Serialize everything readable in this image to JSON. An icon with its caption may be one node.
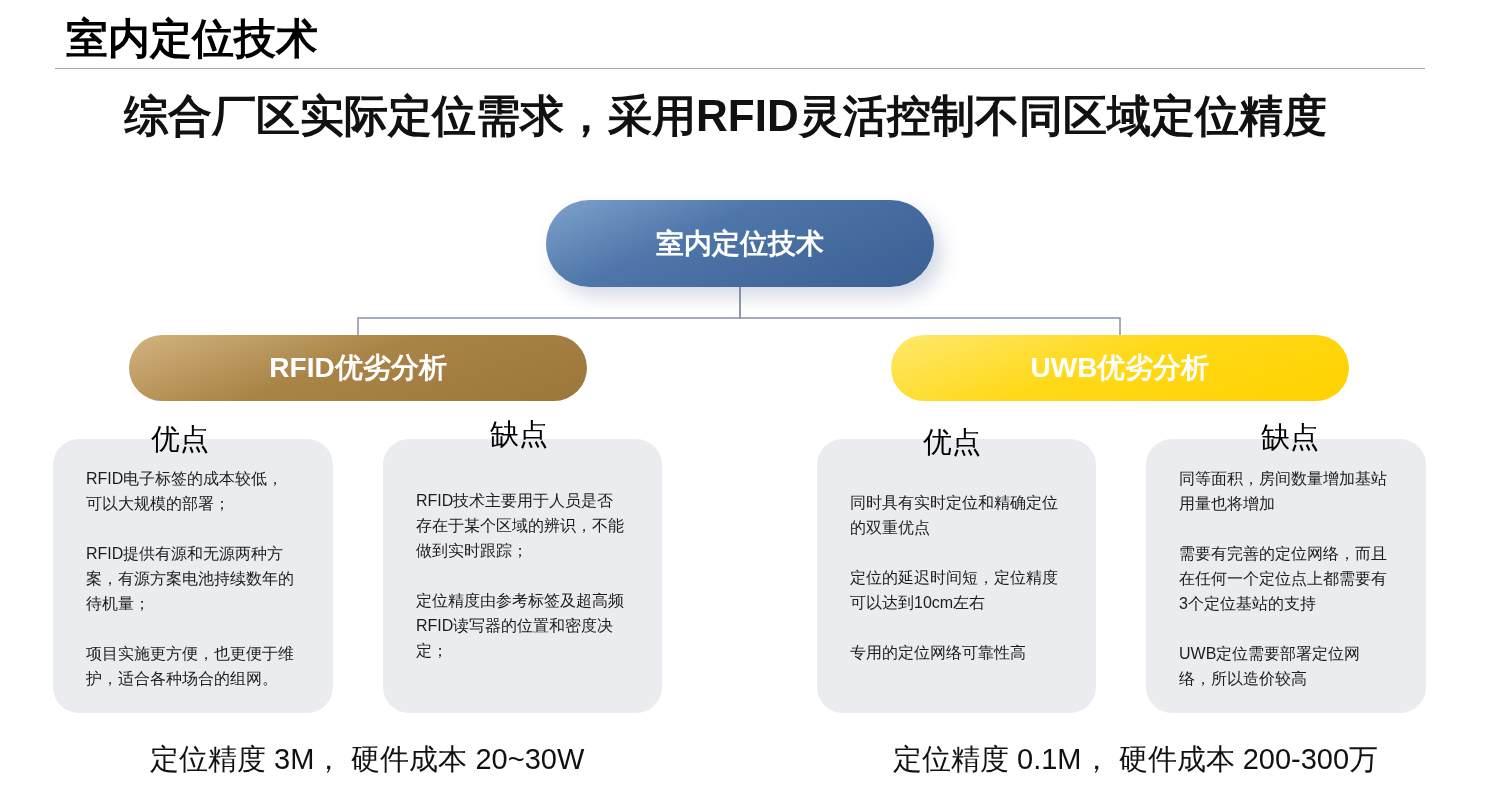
{
  "diagram": {
    "title": "室内定位技术",
    "nodes": [
      {
        "text": [
          "室内定位技术"
        ]
      },
      {
        "text": [
          "RFID优劣分析"
        ]
      },
      {
        "text": [
          "UWB优劣分析"
        ]
      },
      {
        "text": [
          "优点",
          "RFID电子标签的成本较低，可以大规模的部署；",
          "RFID提供有源和无源两种方案，有源方案电池持续数年的待机量；",
          "项目实施更方便，也更便于维护，适合各种场合的组网。"
        ]
      },
      {
        "text": [
          "缺点",
          "RFID技术主要用于人员是否存在于某个区域的辨识，不能做到实时跟踪；",
          "定位精度由参考标签及超高频RFID读写器的位置和密度决定；"
        ]
      },
      {
        "text": [
          "优点",
          "同时具有实时定位和精确定位的双重优点",
          "定位的延迟时间短，定位精度可以达到10cm左右",
          "专用的定位网络可靠性高"
        ]
      },
      {
        "text": [
          "缺点",
          "同等面积，房间数量增加基站用量也将增加",
          "需要有完善的定位网络，而且在任何一个定位点上都需要有3个定位基站的支持",
          "UWB定位需要部署定位网络，所以造价较高"
        ]
      }
    ],
    "edges": [
      {
        "from": 0,
        "to": 1,
        "arrow": "none"
      },
      {
        "from": 0,
        "to": 2,
        "arrow": "none"
      }
    ],
    "labels": [
      "综合厂区实际定位需求，采用RFID灵活控制不同区域定位精度",
      "定位精度 3M， 硬件成本 20~30W",
      "定位精度 0.1M， 硬件成本 200-300万"
    ]
  }
}
